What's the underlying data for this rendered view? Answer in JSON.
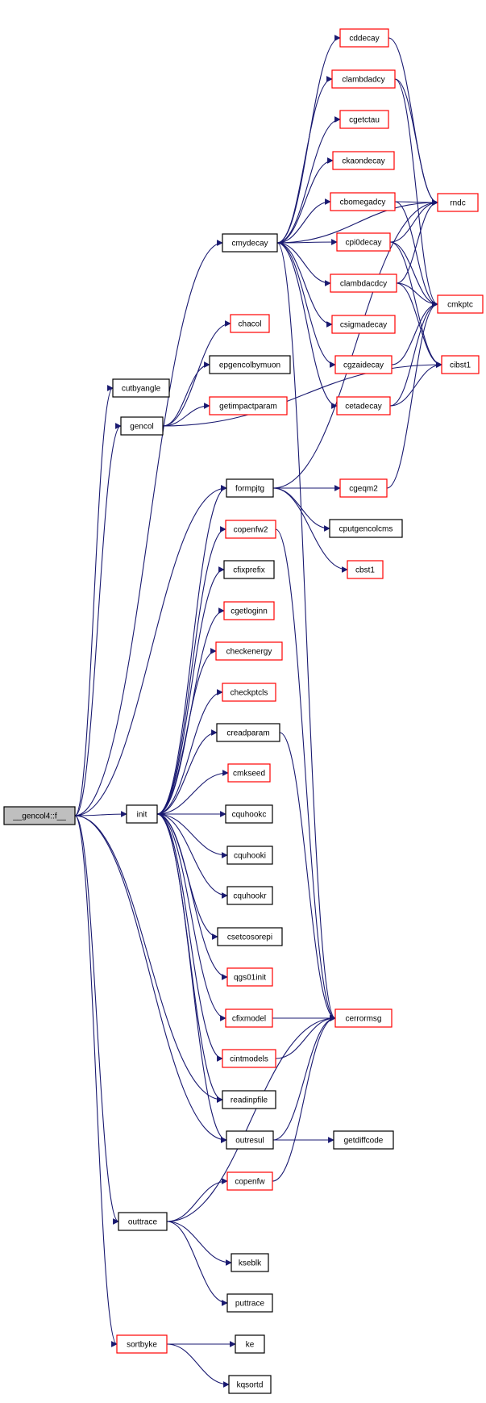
{
  "colors": {
    "edge": "#191970",
    "black_border": "#000000",
    "red_border": "#ff0000",
    "root_fill": "#bfbfbf"
  },
  "nodes": [
    {
      "id": "root",
      "label": "__gencol4::f__",
      "style": "root"
    },
    {
      "id": "cutbyangle",
      "label": "cutbyangle",
      "style": "black"
    },
    {
      "id": "gencol",
      "label": "gencol",
      "style": "black"
    },
    {
      "id": "chacol",
      "label": "chacol",
      "style": "red"
    },
    {
      "id": "epgencolbymuon",
      "label": "epgencolbymuon",
      "style": "black"
    },
    {
      "id": "getimpactparam",
      "label": "getimpactparam",
      "style": "red"
    },
    {
      "id": "cmydecay",
      "label": "cmydecay",
      "style": "black"
    },
    {
      "id": "cddecay",
      "label": "cddecay",
      "style": "red"
    },
    {
      "id": "clambdadcy",
      "label": "clambdadcy",
      "style": "red"
    },
    {
      "id": "cgetctau",
      "label": "cgetctau",
      "style": "red"
    },
    {
      "id": "ckaondecay",
      "label": "ckaondecay",
      "style": "red"
    },
    {
      "id": "cbomegadcy",
      "label": "cbomegadcy",
      "style": "red"
    },
    {
      "id": "cpi0decay",
      "label": "cpi0decay",
      "style": "red"
    },
    {
      "id": "clambdacdcy",
      "label": "clambdacdcy",
      "style": "red"
    },
    {
      "id": "csigmadecay",
      "label": "csigmadecay",
      "style": "red"
    },
    {
      "id": "cgzaidecay",
      "label": "cgzaidecay",
      "style": "red"
    },
    {
      "id": "cetadecay",
      "label": "cetadecay",
      "style": "red"
    },
    {
      "id": "rndc",
      "label": "rndc",
      "style": "red"
    },
    {
      "id": "cmkptc",
      "label": "cmkptc",
      "style": "red"
    },
    {
      "id": "cibst1",
      "label": "cibst1",
      "style": "red"
    },
    {
      "id": "formpjtg",
      "label": "formpjtg",
      "style": "black"
    },
    {
      "id": "cgeqm2",
      "label": "cgeqm2",
      "style": "red"
    },
    {
      "id": "cputgencolcms",
      "label": "cputgencolcms",
      "style": "black"
    },
    {
      "id": "cbst1",
      "label": "cbst1",
      "style": "red"
    },
    {
      "id": "copenfw2",
      "label": "copenfw2",
      "style": "red"
    },
    {
      "id": "cfixprefix",
      "label": "cfixprefix",
      "style": "black"
    },
    {
      "id": "cgetloginn",
      "label": "cgetloginn",
      "style": "red"
    },
    {
      "id": "checkenergy",
      "label": "checkenergy",
      "style": "red"
    },
    {
      "id": "checkptcls",
      "label": "checkptcls",
      "style": "red"
    },
    {
      "id": "creadparam",
      "label": "creadparam",
      "style": "black"
    },
    {
      "id": "cmkseed",
      "label": "cmkseed",
      "style": "red"
    },
    {
      "id": "init",
      "label": "init",
      "style": "black"
    },
    {
      "id": "cquhookc",
      "label": "cquhookc",
      "style": "black"
    },
    {
      "id": "cquhooki",
      "label": "cquhooki",
      "style": "black"
    },
    {
      "id": "cquhookr",
      "label": "cquhookr",
      "style": "black"
    },
    {
      "id": "csetcosorepi",
      "label": "csetcosorepi",
      "style": "black"
    },
    {
      "id": "qgs01init",
      "label": "qgs01init",
      "style": "red"
    },
    {
      "id": "cfixmodel",
      "label": "cfixmodel",
      "style": "red"
    },
    {
      "id": "cerrormsg",
      "label": "cerrormsg",
      "style": "red"
    },
    {
      "id": "cintmodels",
      "label": "cintmodels",
      "style": "red"
    },
    {
      "id": "readinpfile",
      "label": "readinpfile",
      "style": "black"
    },
    {
      "id": "outresul",
      "label": "outresul",
      "style": "black"
    },
    {
      "id": "getdiffcode",
      "label": "getdiffcode",
      "style": "black"
    },
    {
      "id": "copenfw",
      "label": "copenfw",
      "style": "red"
    },
    {
      "id": "outtrace",
      "label": "outtrace",
      "style": "black"
    },
    {
      "id": "kseblk",
      "label": "kseblk",
      "style": "black"
    },
    {
      "id": "puttrace",
      "label": "puttrace",
      "style": "black"
    },
    {
      "id": "sortbyke",
      "label": "sortbyke",
      "style": "red"
    },
    {
      "id": "ke",
      "label": "ke",
      "style": "black"
    },
    {
      "id": "kqsortd",
      "label": "kqsortd",
      "style": "black"
    }
  ],
  "edges": [
    [
      "root",
      "cutbyangle"
    ],
    [
      "root",
      "gencol"
    ],
    [
      "root",
      "cmydecay"
    ],
    [
      "root",
      "formpjtg"
    ],
    [
      "root",
      "init"
    ],
    [
      "root",
      "readinpfile"
    ],
    [
      "root",
      "outresul"
    ],
    [
      "root",
      "outtrace"
    ],
    [
      "root",
      "sortbyke"
    ],
    [
      "gencol",
      "chacol"
    ],
    [
      "gencol",
      "epgencolbymuon"
    ],
    [
      "gencol",
      "getimpactparam"
    ],
    [
      "gencol",
      "cibst1"
    ],
    [
      "cmydecay",
      "cddecay"
    ],
    [
      "cmydecay",
      "clambdadcy"
    ],
    [
      "cmydecay",
      "cgetctau"
    ],
    [
      "cmydecay",
      "ckaondecay"
    ],
    [
      "cmydecay",
      "cbomegadcy"
    ],
    [
      "cmydecay",
      "cpi0decay"
    ],
    [
      "cmydecay",
      "clambdacdcy"
    ],
    [
      "cmydecay",
      "csigmadecay"
    ],
    [
      "cmydecay",
      "cgzaidecay"
    ],
    [
      "cmydecay",
      "cetadecay"
    ],
    [
      "cmydecay",
      "rndc"
    ],
    [
      "cmydecay",
      "cerrormsg"
    ],
    [
      "cddecay",
      "rndc"
    ],
    [
      "clambdadcy",
      "rndc"
    ],
    [
      "clambdadcy",
      "cmkptc"
    ],
    [
      "cbomegadcy",
      "rndc"
    ],
    [
      "cbomegadcy",
      "cmkptc"
    ],
    [
      "cpi0decay",
      "rndc"
    ],
    [
      "cpi0decay",
      "cmkptc"
    ],
    [
      "cpi0decay",
      "cibst1"
    ],
    [
      "clambdacdcy",
      "rndc"
    ],
    [
      "clambdacdcy",
      "cmkptc"
    ],
    [
      "clambdacdcy",
      "cibst1"
    ],
    [
      "cgzaidecay",
      "cmkptc"
    ],
    [
      "cetadecay",
      "cmkptc"
    ],
    [
      "cetadecay",
      "cibst1"
    ],
    [
      "formpjtg",
      "cgeqm2"
    ],
    [
      "formpjtg",
      "cputgencolcms"
    ],
    [
      "formpjtg",
      "cbst1"
    ],
    [
      "formpjtg",
      "rndc"
    ],
    [
      "cgeqm2",
      "cmkptc"
    ],
    [
      "copenfw2",
      "cerrormsg"
    ],
    [
      "creadparam",
      "cerrormsg"
    ],
    [
      "init",
      "formpjtg"
    ],
    [
      "init",
      "copenfw2"
    ],
    [
      "init",
      "cfixprefix"
    ],
    [
      "init",
      "cgetloginn"
    ],
    [
      "init",
      "checkenergy"
    ],
    [
      "init",
      "checkptcls"
    ],
    [
      "init",
      "creadparam"
    ],
    [
      "init",
      "cmkseed"
    ],
    [
      "init",
      "cquhookc"
    ],
    [
      "init",
      "cquhooki"
    ],
    [
      "init",
      "cquhookr"
    ],
    [
      "init",
      "csetcosorepi"
    ],
    [
      "init",
      "qgs01init"
    ],
    [
      "init",
      "cfixmodel"
    ],
    [
      "init",
      "cintmodels"
    ],
    [
      "init",
      "readinpfile"
    ],
    [
      "init",
      "outresul"
    ],
    [
      "cfixmodel",
      "cerrormsg"
    ],
    [
      "cintmodels",
      "cerrormsg"
    ],
    [
      "outresul",
      "getdiffcode"
    ],
    [
      "outresul",
      "cerrormsg"
    ],
    [
      "copenfw",
      "cerrormsg"
    ],
    [
      "outtrace",
      "copenfw"
    ],
    [
      "outtrace",
      "cerrormsg"
    ],
    [
      "outtrace",
      "kseblk"
    ],
    [
      "outtrace",
      "puttrace"
    ],
    [
      "sortbyke",
      "ke"
    ],
    [
      "sortbyke",
      "kqsortd"
    ]
  ]
}
